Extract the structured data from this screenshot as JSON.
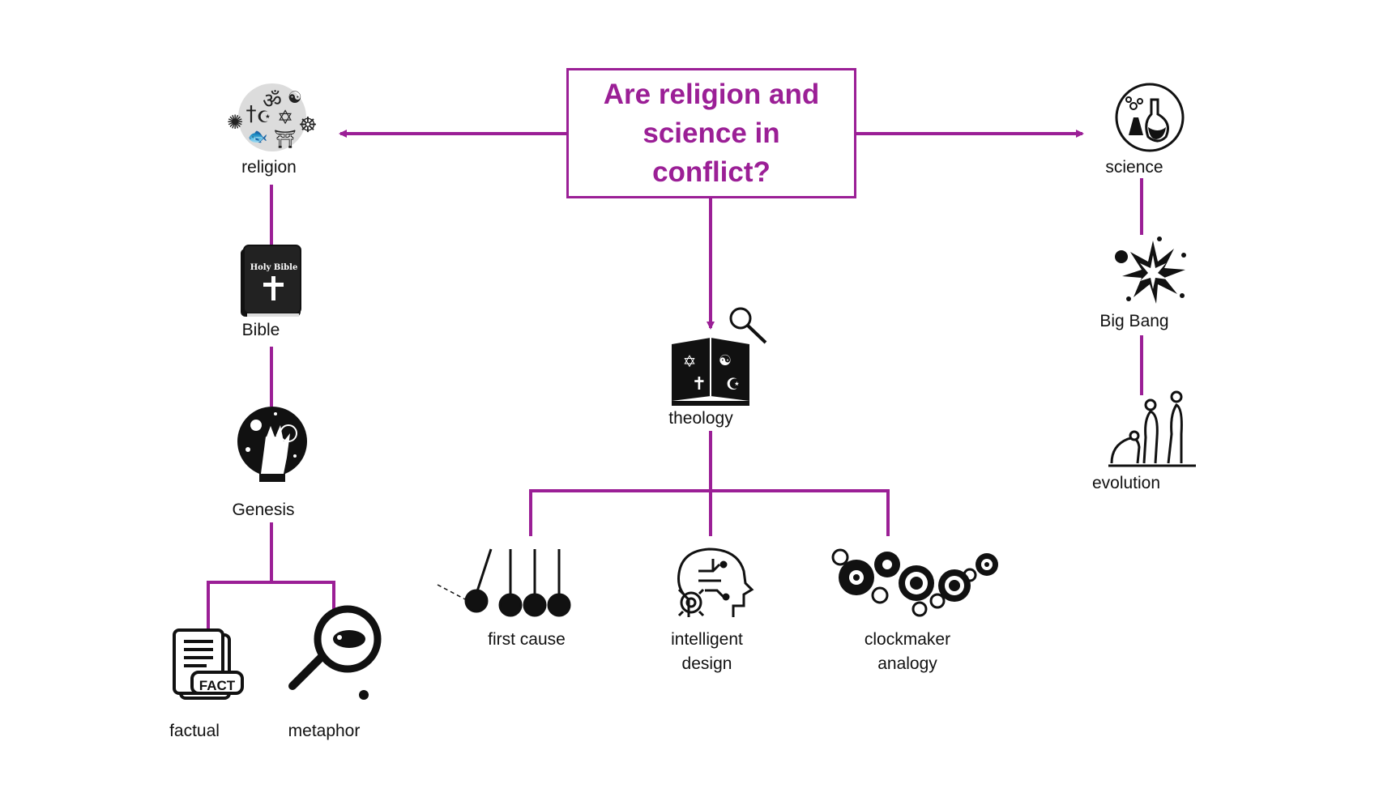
{
  "question": "Are religion and science in conflict?",
  "colors": {
    "accent": "#9b1f96",
    "icon": "#111111"
  },
  "nodes": {
    "religion": {
      "label": "religion",
      "icon": "interfaith-symbols-icon"
    },
    "bible": {
      "label": "Bible",
      "icon": "holy-bible-icon",
      "cover_text": "Holy Bible"
    },
    "genesis": {
      "label": "Genesis",
      "icon": "creation-hand-icon"
    },
    "factual": {
      "label": "factual",
      "icon": "fact-document-icon",
      "badge_text": "FACT"
    },
    "metaphor": {
      "label": "metaphor",
      "icon": "magnifying-glass-icon"
    },
    "theology": {
      "label": "theology",
      "icon": "open-book-symbols-icon"
    },
    "first_cause": {
      "label": "first cause",
      "icon": "newtons-cradle-icon"
    },
    "intelligent_design": {
      "label_line1": "intelligent",
      "label_line2": "design",
      "icon": "brain-circuit-icon"
    },
    "clockmaker": {
      "label_line1": "clockmaker",
      "label_line2": "analogy",
      "icon": "gears-icon"
    },
    "science": {
      "label": "science",
      "icon": "lab-flasks-icon"
    },
    "big_bang": {
      "label": "Big Bang",
      "icon": "explosion-icon"
    },
    "evolution": {
      "label": "evolution",
      "icon": "human-evolution-icon"
    }
  }
}
